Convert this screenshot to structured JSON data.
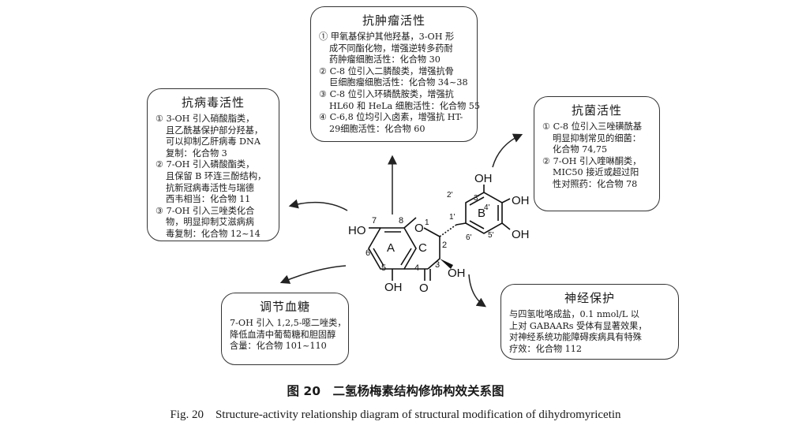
{
  "antitumor": {
    "title": "抗肿瘤活性",
    "items": [
      [
        "① 甲氧基保护其他羟基，3-OH 形",
        "成不同酯化物，增强逆转多药耐",
        "药肿瘤细胞活性：化合物 30"
      ],
      [
        "② C-8 位引入二膦酸类，增强抗骨",
        "巨细胞瘤细胞活性：化合物 34~38"
      ],
      [
        "③ C-8 位引入环磷酰胺类，增强抗",
        "HL60 和 HeLa 细胞活性：化合物 55"
      ],
      [
        "④ C-6,8 位均引入卤素，增强抗 HT-",
        "29细胞活性：化合物 60"
      ]
    ]
  },
  "antiviral": {
    "title": "抗病毒活性",
    "items": [
      [
        "① 3-OH 引入硝酸脂类，",
        "且乙酰基保护部分羟基，",
        "可以抑制乙肝病毒 DNA",
        "复制：化合物 3"
      ],
      [
        "② 7-OH 引入磷酸酯类，",
        "且保留 B 环连三酚结构，",
        "抗新冠病毒活性与瑞德",
        "西韦相当：化合物 11"
      ],
      [
        "③ 7-OH 引入三唑类化合",
        "物，明显抑制艾滋病病",
        "毒复制：化合物 12~14"
      ]
    ]
  },
  "antibacterial": {
    "title": "抗菌活性",
    "items": [
      [
        "① C-8 位引入三唑磺酰基",
        "明显抑制常见的细菌：",
        "化合物 74,75"
      ],
      [
        "② 7-OH 引入喹啉酮类，",
        "MIC50 接近或超过阳",
        "性对照药：化合物 78"
      ]
    ]
  },
  "glucose": {
    "title": "调节血糖",
    "lines": [
      "7-OH 引入 1,2,5-噁二唑类，",
      "降低血清中葡萄糖和胆固醇",
      "含量：化合物 101~110"
    ]
  },
  "neuro": {
    "title": "神经保护",
    "lines": [
      "与四氢吡咯成盐，0.1 nmol/L 以",
      "上对 GABAARs 受体有显著效果，",
      "对神经系统功能障碍疾病具有特殊",
      "疗效：化合物 112"
    ]
  },
  "molecule": {
    "labels": {
      "ho7": "HO",
      "n7": "7",
      "n8": "8",
      "o1": "O",
      "sup1": "1",
      "n6": "6",
      "ringA": "A",
      "ringC": "C",
      "n2": "2",
      "n3": "3",
      "n4": "4",
      "n5": "5",
      "oh5": "OH",
      "o4": "O",
      "oh3": "OH",
      "n1p": "1'",
      "n2p": "2'",
      "n3p": "3'",
      "n4p": "4'",
      "n5p": "5'",
      "n6p": "6'",
      "ringB": "B",
      "oh3p": "OH",
      "oh4p": "OH",
      "oh5p": "OH"
    }
  },
  "caption": {
    "cn": "图 20　二氢杨梅素结构修饰构效关系图",
    "en": "Fig. 20　Structure-activity relationship diagram of structural modification of dihydromyricetin"
  }
}
